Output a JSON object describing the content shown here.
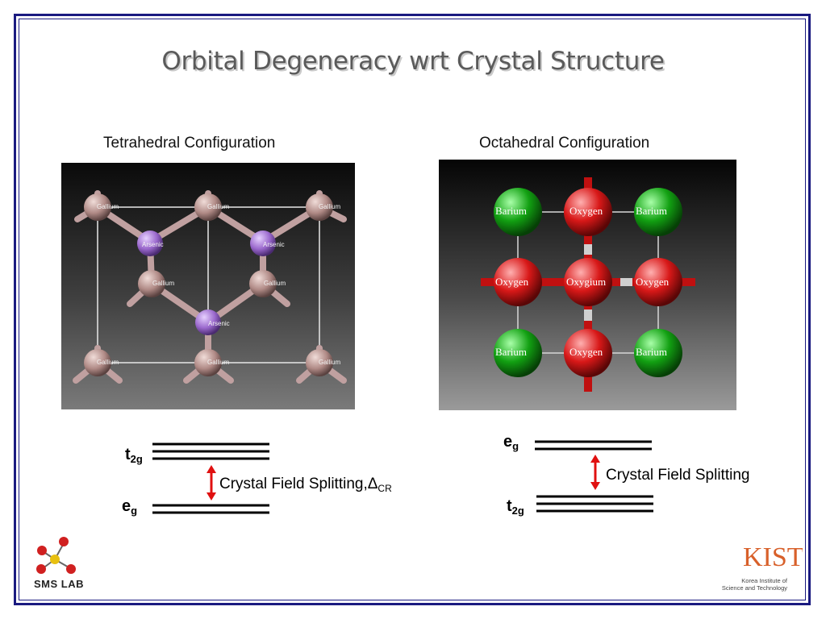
{
  "slide": {
    "title": "Orbital Degeneracy wrt Crystal Structure"
  },
  "left": {
    "caption": "Tetrahedral Configuration",
    "atom_labels": {
      "gallium": "Gallium",
      "arsenic": "Arsenic"
    },
    "diagram": {
      "upper_label_main": "t",
      "upper_label_sub": "2g",
      "lower_label_main": "e",
      "lower_label_sub": "g",
      "split_text": "Crystal Field Splitting,Δ",
      "split_sub": "CR"
    }
  },
  "right": {
    "caption": "Octahedral Configuration",
    "atom_labels": {
      "barium": "Barium",
      "oxygen": "Oxygen",
      "center": "Oxygium"
    },
    "diagram": {
      "upper_label_main": "e",
      "upper_label_sub": "g",
      "lower_label_main": "t",
      "lower_label_sub": "2g",
      "split_text": "Crystal Field Splitting"
    }
  },
  "logos": {
    "left_text": "SMS LAB",
    "right_letters": "KIST",
    "right_text_line1": "Korea Institute of",
    "right_text_line2": "Science and Technology"
  },
  "colors": {
    "frame": "#1a1a80",
    "arrow": "#e01010",
    "gallium": "#b89490",
    "arsenic": "#a070d0",
    "barium": "#12a012",
    "oxygen": "#d81818"
  }
}
